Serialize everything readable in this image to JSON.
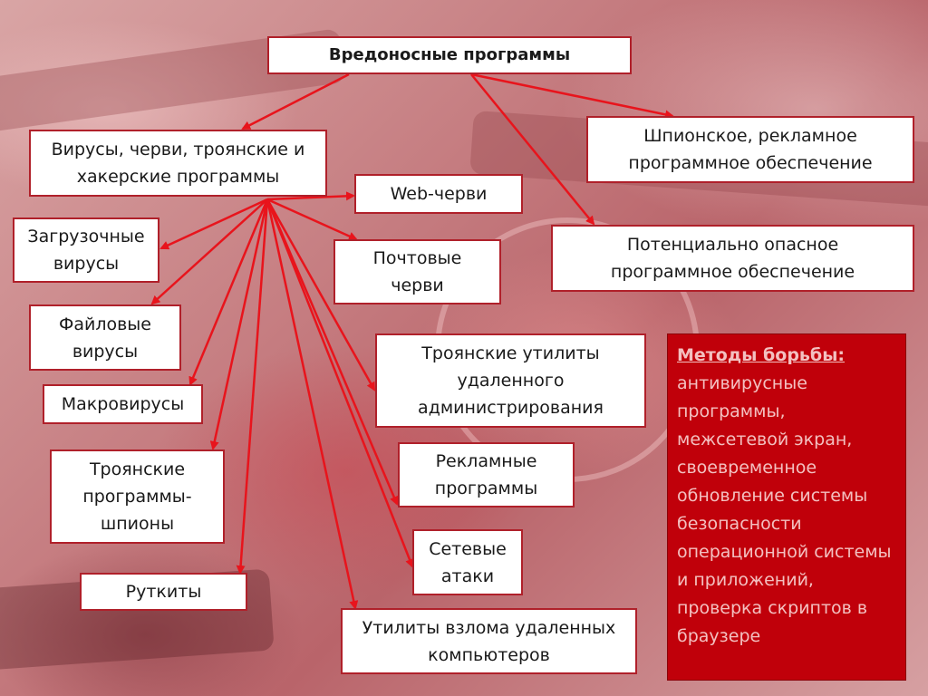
{
  "root": "Вредоносные программы",
  "groups": {
    "viruses": "Вирусы, черви, троянские и\nхакерские программы",
    "spyware": "Шпионское, рекламное\nпрограммное обеспечение",
    "potential": "Потенциально опасное\nпрограммное обеспечение"
  },
  "leaves": {
    "web_worms": "Web-черви",
    "boot_viruses": "Загрузочные\nвирусы",
    "mail_worms": "Почтовые\nчерви",
    "file_viruses": "Файловые\nвирусы",
    "trojan_admin": "Троянские утилиты\nудаленного\nадминистрирования",
    "macroviruses": "Макровирусы",
    "trojan_spies": "Троянские\nпрограммы-\nшпионы",
    "adware": "Рекламные\nпрограммы",
    "network_attacks": "Сетевые\nатаки",
    "rootkits": "Руткиты",
    "remote_hacking": "Утилиты взлома удаленных\nкомпьютеров"
  },
  "methods": {
    "heading": "Методы борьбы:",
    "text": "антивирусные программы, межсетевой экран, своевременное обновление системы безопасности операционной системы и приложений, проверка скриптов в браузере"
  },
  "colors": {
    "arrow": "#e8141c",
    "box_border": "#b0202a",
    "methods_bg": "#c0000a",
    "methods_text": "#f3c0c0"
  }
}
